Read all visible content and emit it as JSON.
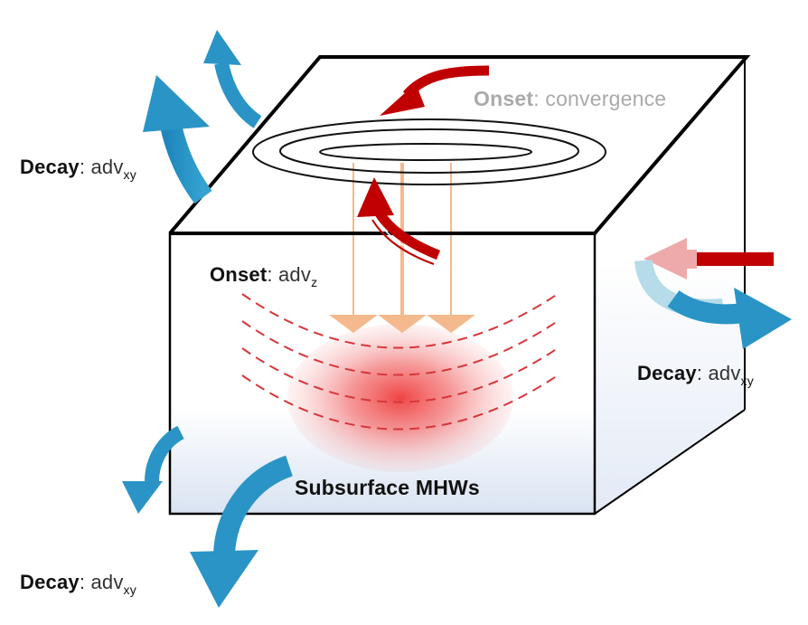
{
  "figure": {
    "colors": {
      "box_edge": "#000000",
      "decay_arrow": "#2a94c6",
      "decay_arrow_light": "#b5dce8",
      "onset_arrow": "#c00000",
      "onset_arrow_faded": "#eeaaaa",
      "vertical_arrow": "#f4b98c",
      "hotspot": "#ef3b3b",
      "dashed_lines": "#d6363a",
      "convergence_text": "#aaaaaa",
      "water_gradient": "#dce5f3"
    },
    "labels": {
      "decay_top_left": {
        "bold": "Decay",
        "rest": ": adv",
        "sub": "xy"
      },
      "decay_right": {
        "bold": "Decay",
        "rest": ": adv",
        "sub": "xy"
      },
      "decay_bottom_left": {
        "bold": "Decay",
        "rest": ": adv",
        "sub": "xy"
      },
      "onset_convergence": {
        "bold": "Onset",
        "rest": ": convergence"
      },
      "onset_advz": {
        "bold": "Onset",
        "rest": ": adv",
        "sub": "z"
      },
      "subsurface": "Subsurface MHWs"
    },
    "elements": {
      "contour_rings": 3,
      "dashed_isolines": 4,
      "downward_arrows": 3,
      "decay_arrows": 5,
      "onset_red_arrows": 3
    }
  }
}
